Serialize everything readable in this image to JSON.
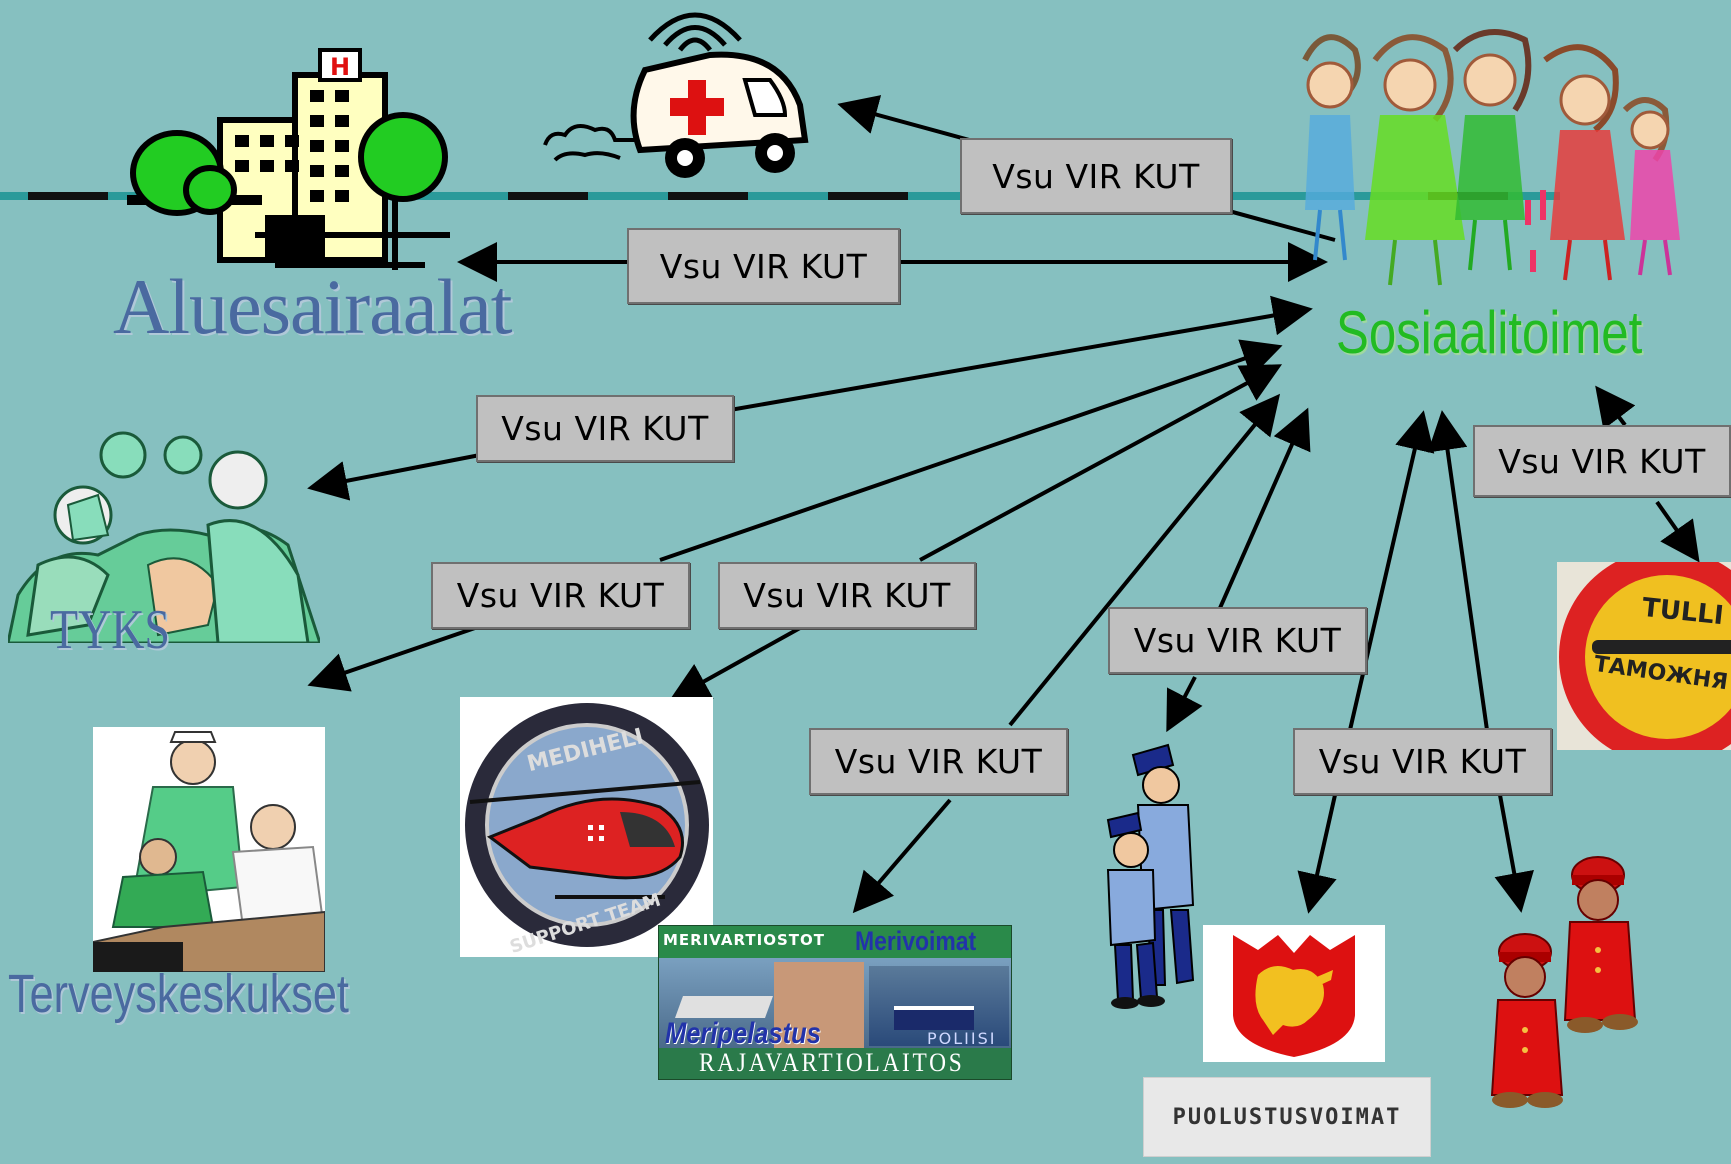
{
  "nodes": {
    "hospital": {
      "label": "Aluesairaalat"
    },
    "social": {
      "label": "Sosiaalitoimet"
    },
    "tyks": {
      "label": "TYKS"
    },
    "health_centers": {
      "label": "Terveyskeskukset"
    },
    "medihelo": {
      "badge_top": "MEDIHELI",
      "badge_bottom": "SUPPORT TEAM"
    },
    "maritime": {
      "top_left": "MERIVARTIOSTOT",
      "top_right": "Merivoimat",
      "middle": "Meripelastus",
      "police": "POLIISI",
      "bottom": "RAJAVARTIOLAITOS"
    },
    "defence": {
      "label": "PUOLUSTUSVOIMAT"
    },
    "customs": {
      "line1": "TULLI",
      "line2": "ТАМОЖНЯ"
    }
  },
  "connection_label": "Vsu VIR KUT",
  "colors": {
    "background": "#86c0c0",
    "label_box": "#c0c0c0",
    "hospital_title": "#4a6aa0",
    "social_title": "#22bb22",
    "arrow": "#000000"
  }
}
